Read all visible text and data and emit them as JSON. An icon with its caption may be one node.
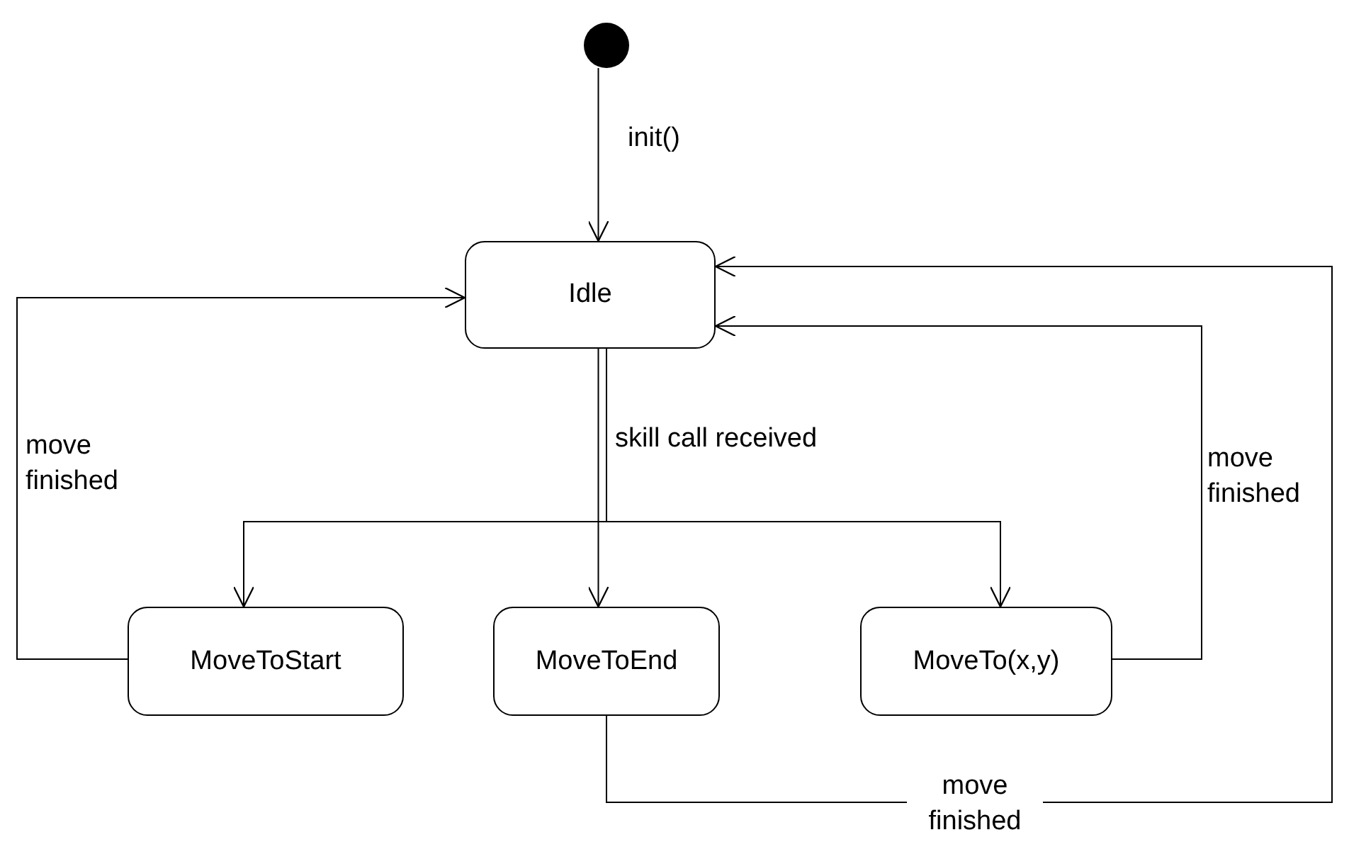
{
  "diagram": {
    "nodes": [
      {
        "text": [],
        "shape": "circle"
      },
      {
        "text": [
          "Idle"
        ]
      },
      {
        "text": [
          "MoveToStart"
        ]
      },
      {
        "text": [
          "MoveToEnd"
        ]
      },
      {
        "text": [
          "MoveTo(x,y)"
        ]
      }
    ],
    "edges": [
      {
        "from": 0,
        "to": 1,
        "arrow": "to",
        "label": "init()"
      },
      {
        "from": 1,
        "to": 2,
        "arrow": "to"
      },
      {
        "from": 1,
        "to": 3,
        "arrow": "to",
        "label": "skill call received"
      },
      {
        "from": 1,
        "to": 4,
        "arrow": "to"
      },
      {
        "from": 2,
        "to": 1,
        "arrow": "to",
        "label": "move finished"
      },
      {
        "from": 4,
        "to": 1,
        "arrow": "to",
        "label": "move finished"
      },
      {
        "from": 3,
        "to": 1,
        "arrow": "to",
        "label": "move finished"
      }
    ]
  }
}
